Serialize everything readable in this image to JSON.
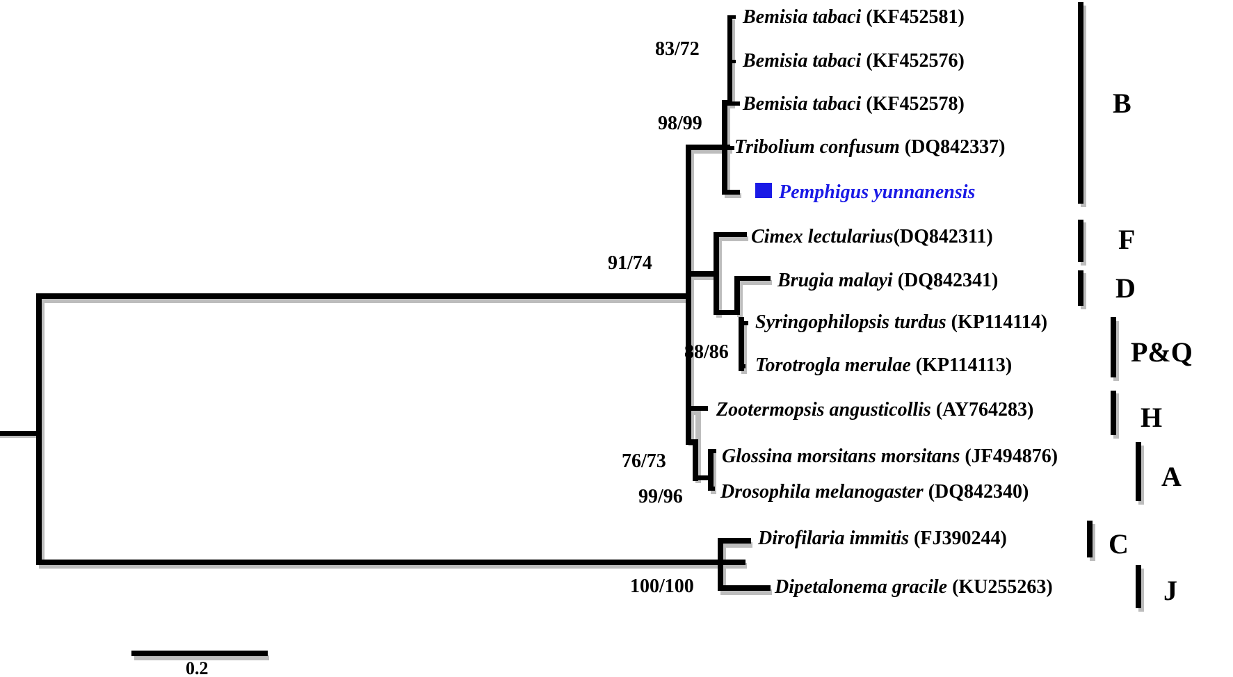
{
  "taxa": [
    {
      "id": "t1",
      "species": "Bemisia tabaci",
      "accession": "(KF452581)"
    },
    {
      "id": "t2",
      "species": "Bemisia tabaci",
      "accession": "(KF452576)"
    },
    {
      "id": "t3",
      "species": "Bemisia tabaci",
      "accession": "(KF452578)"
    },
    {
      "id": "t4",
      "species": "Tribolium confusum",
      "accession": "(DQ842337)"
    },
    {
      "id": "t5",
      "species": "Pemphigus yunnanensis",
      "accession": "",
      "highlight_color": "#1a1ae6"
    },
    {
      "id": "t6",
      "species": "Cimex lectularius",
      "accession": "(DQ842311)"
    },
    {
      "id": "t7",
      "species": "Brugia malayi",
      "accession": "(DQ842341)"
    },
    {
      "id": "t8",
      "species": "Syringophilopsis turdus",
      "accession": "(KP114114)"
    },
    {
      "id": "t9",
      "species": "Torotrogla merulae",
      "accession": "(KP114113)"
    },
    {
      "id": "t10",
      "species": "Zootermopsis angusticollis",
      "accession": "(AY764283)"
    },
    {
      "id": "t11",
      "species": "Glossina morsitans morsitans",
      "accession": "(JF494876)"
    },
    {
      "id": "t12",
      "species": "Drosophila melanogaster",
      "accession": "(DQ842340)"
    },
    {
      "id": "t13",
      "species": "Dirofilaria immitis",
      "accession": "(FJ390244)"
    },
    {
      "id": "t14",
      "species": "Dipetalonema gracile",
      "accession": "(KU255263)"
    }
  ],
  "supports": [
    "83/72",
    "98/99",
    "91/74",
    "88/86",
    "76/73",
    "99/96",
    "100/100"
  ],
  "groups": [
    "B",
    "F",
    "D",
    "P&Q",
    "H",
    "A",
    "C",
    "J"
  ],
  "scale_bar": {
    "label": "0.2"
  },
  "colors": {
    "branch": "#000000",
    "shadow": "#bdbdbd",
    "highlight": "#1a1ae6"
  }
}
